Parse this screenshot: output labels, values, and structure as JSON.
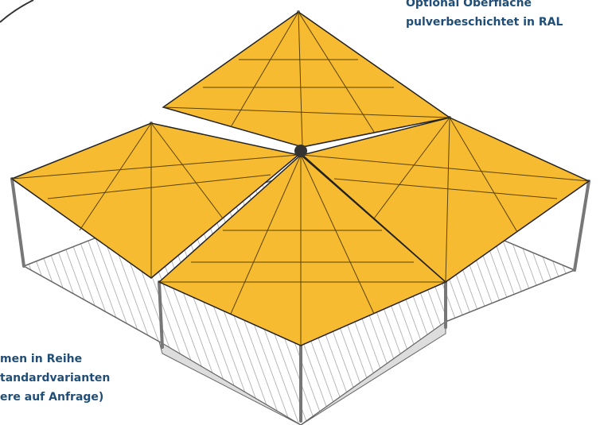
{
  "captions": {
    "top": {
      "line1": "Optional Oberfläche",
      "line2": "pulverbeschichtet in RAL"
    },
    "bottom": {
      "line1": "men in Reihe",
      "line2": "tandardvarianten",
      "line3": "ere auf Anfrage)"
    }
  },
  "colors": {
    "canopy": "#f7bb31",
    "frame": "#222222",
    "caption_text": "#1f4e79"
  },
  "icons": {
    "corner": "arrow-curve-icon"
  }
}
